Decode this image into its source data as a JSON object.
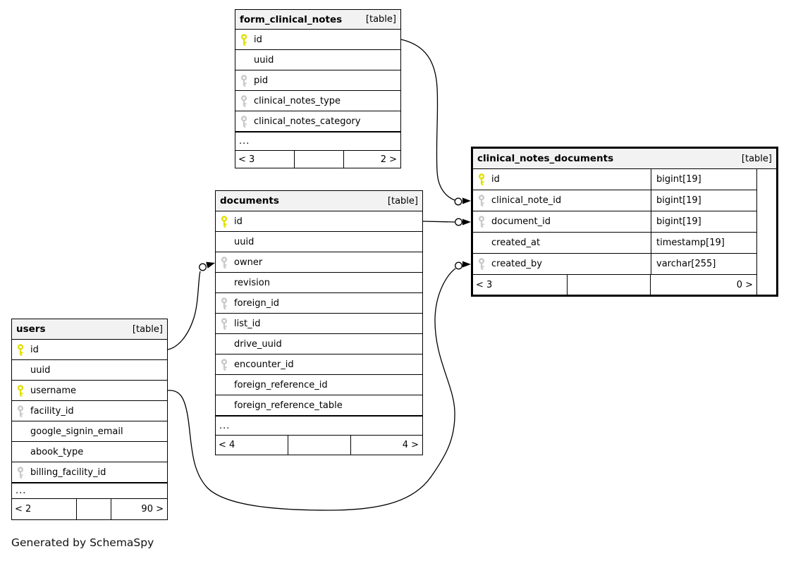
{
  "footer_note": "Generated by SchemaSpy",
  "truncation_label": "...",
  "colors": {
    "primary_key_icon": "#e0e000",
    "index_key_icon": "#c9c9c9",
    "header_background": "#f2f2f2",
    "border": "#000000",
    "background": "#ffffff"
  },
  "tables": [
    {
      "id": "form_clinical_notes",
      "name": "form_clinical_notes",
      "tag": "[table]",
      "emphasized": false,
      "truncated": true,
      "columns": [
        {
          "name": "id",
          "key": "primary"
        },
        {
          "name": "uuid",
          "key": "none"
        },
        {
          "name": "pid",
          "key": "index"
        },
        {
          "name": "clinical_notes_type",
          "key": "index"
        },
        {
          "name": "clinical_notes_category",
          "key": "index"
        }
      ],
      "footer": {
        "left": "< 3",
        "middle": "",
        "right": "2 >"
      }
    },
    {
      "id": "clinical_notes_documents",
      "name": "clinical_notes_documents",
      "tag": "[table]",
      "emphasized": true,
      "truncated": false,
      "columns": [
        {
          "name": "id",
          "type": "bigint[19]",
          "key": "primary"
        },
        {
          "name": "clinical_note_id",
          "type": "bigint[19]",
          "key": "index"
        },
        {
          "name": "document_id",
          "type": "bigint[19]",
          "key": "index"
        },
        {
          "name": "created_at",
          "type": "timestamp[19]",
          "key": "none"
        },
        {
          "name": "created_by",
          "type": "varchar[255]",
          "key": "index"
        }
      ],
      "footer": {
        "left": "< 3",
        "middle": "",
        "right": "0 >"
      }
    },
    {
      "id": "documents",
      "name": "documents",
      "tag": "[table]",
      "emphasized": false,
      "truncated": true,
      "columns": [
        {
          "name": "id",
          "key": "primary"
        },
        {
          "name": "uuid",
          "key": "none"
        },
        {
          "name": "owner",
          "key": "index"
        },
        {
          "name": "revision",
          "key": "none"
        },
        {
          "name": "foreign_id",
          "key": "index"
        },
        {
          "name": "list_id",
          "key": "index"
        },
        {
          "name": "drive_uuid",
          "key": "none"
        },
        {
          "name": "encounter_id",
          "key": "index"
        },
        {
          "name": "foreign_reference_id",
          "key": "none"
        },
        {
          "name": "foreign_reference_table",
          "key": "none"
        }
      ],
      "footer": {
        "left": "< 4",
        "middle": "",
        "right": "4 >"
      }
    },
    {
      "id": "users",
      "name": "users",
      "tag": "[table]",
      "emphasized": false,
      "truncated": true,
      "columns": [
        {
          "name": "id",
          "key": "primary"
        },
        {
          "name": "uuid",
          "key": "none"
        },
        {
          "name": "username",
          "key": "primary"
        },
        {
          "name": "facility_id",
          "key": "index"
        },
        {
          "name": "google_signin_email",
          "key": "none"
        },
        {
          "name": "abook_type",
          "key": "none"
        },
        {
          "name": "billing_facility_id",
          "key": "index"
        }
      ],
      "footer": {
        "left": "< 2",
        "middle": "",
        "right": "90 >"
      }
    }
  ],
  "relationships": [
    {
      "from_table": "form_clinical_notes",
      "from_column": "id",
      "to_table": "clinical_notes_documents",
      "to_column": "clinical_note_id",
      "end_marker": "circle-arrow"
    },
    {
      "from_table": "documents",
      "from_column": "id",
      "to_table": "clinical_notes_documents",
      "to_column": "document_id",
      "end_marker": "circle-arrow"
    },
    {
      "from_table": "users",
      "from_column": "id",
      "to_table": "documents",
      "to_column": "owner",
      "end_marker": "circle-arrow"
    },
    {
      "from_table": "users",
      "from_column": "username",
      "to_table": "clinical_notes_documents",
      "to_column": "created_by",
      "end_marker": "circle-arrow"
    }
  ]
}
